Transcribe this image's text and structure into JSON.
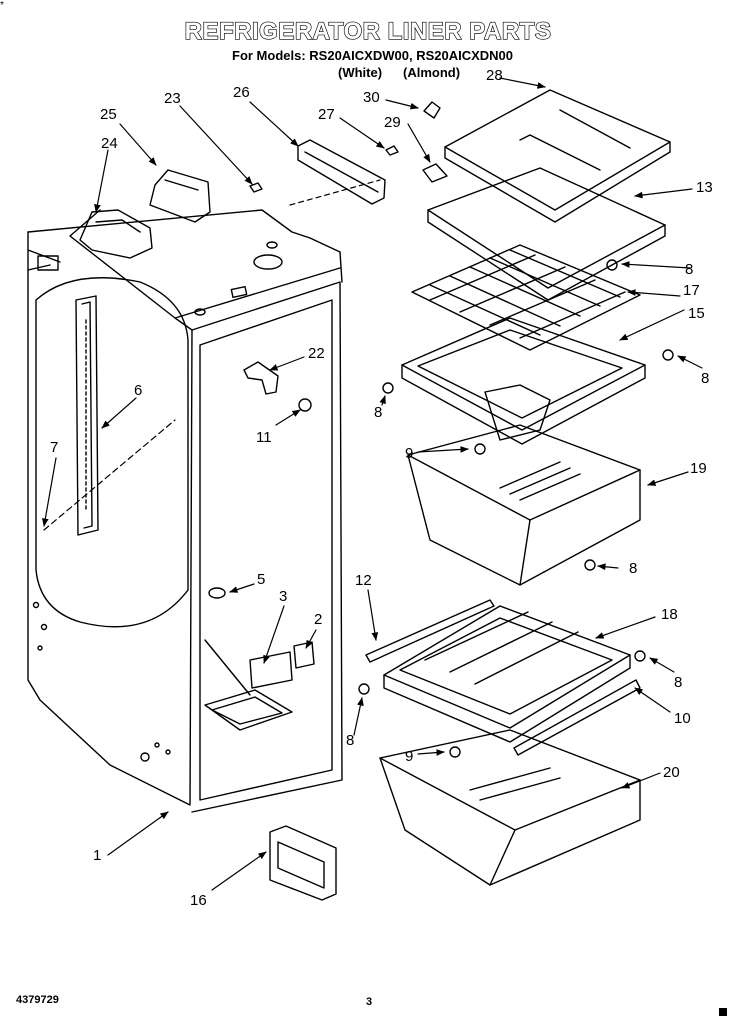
{
  "header": {
    "corner_mark": "*",
    "title": "REFRIGERATOR LINER PARTS",
    "models_line": "For Models: RS20AICXDW00, RS20AICXDN00",
    "variant_white": "(White)",
    "variant_almond": "(Almond)"
  },
  "footer": {
    "document_number": "4379729",
    "page_number": "3"
  },
  "callouts": [
    {
      "id": "c1",
      "label": "1"
    },
    {
      "id": "c2",
      "label": "2"
    },
    {
      "id": "c3",
      "label": "3"
    },
    {
      "id": "c5",
      "label": "5"
    },
    {
      "id": "c6",
      "label": "6"
    },
    {
      "id": "c7",
      "label": "7"
    },
    {
      "id": "c8a",
      "label": "8"
    },
    {
      "id": "c8b",
      "label": "8"
    },
    {
      "id": "c8c",
      "label": "8"
    },
    {
      "id": "c8d",
      "label": "8"
    },
    {
      "id": "c8e",
      "label": "8"
    },
    {
      "id": "c8f",
      "label": "8"
    },
    {
      "id": "c9a",
      "label": "9"
    },
    {
      "id": "c9b",
      "label": "9"
    },
    {
      "id": "c10",
      "label": "10"
    },
    {
      "id": "c11",
      "label": "11"
    },
    {
      "id": "c12",
      "label": "12"
    },
    {
      "id": "c13",
      "label": "13"
    },
    {
      "id": "c15",
      "label": "15"
    },
    {
      "id": "c16",
      "label": "16"
    },
    {
      "id": "c17",
      "label": "17"
    },
    {
      "id": "c18",
      "label": "18"
    },
    {
      "id": "c19",
      "label": "19"
    },
    {
      "id": "c20",
      "label": "20"
    },
    {
      "id": "c22",
      "label": "22"
    },
    {
      "id": "c23",
      "label": "23"
    },
    {
      "id": "c24",
      "label": "24"
    },
    {
      "id": "c25",
      "label": "25"
    },
    {
      "id": "c26",
      "label": "26"
    },
    {
      "id": "c27",
      "label": "27"
    },
    {
      "id": "c28",
      "label": "28"
    },
    {
      "id": "c29",
      "label": "29"
    },
    {
      "id": "c30",
      "label": "30"
    }
  ]
}
